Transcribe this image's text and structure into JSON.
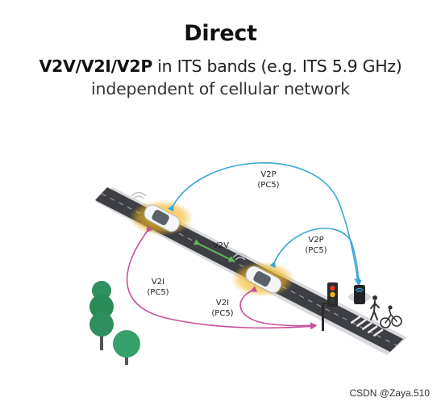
{
  "header": {
    "title": "Direct",
    "subtitle_bold": "V2V/V2I/V2P",
    "subtitle_rest": " in ITS bands (e.g. ITS 5.9 GHz)",
    "subtitle_line2": "independent of cellular network"
  },
  "diagram": {
    "labels": {
      "v2p_top": "V2P",
      "v2p_top_sub": "(PC5)",
      "v2p_right": "V2P",
      "v2p_right_sub": "(PC5)",
      "v2v": "V2V",
      "v2i_left": "V2I",
      "v2i_left_sub": "(PC5)",
      "v2i_mid": "V2I",
      "v2i_mid_sub": "(PC5)"
    },
    "colors": {
      "v2p_arrow": "#3aa7d8",
      "v2i_arrow": "#c9509a",
      "v2v_arrow": "#5fb85a",
      "road": "#3e3f44",
      "road_edge": "#d9dadd",
      "car_glow": "#f1b31c",
      "tree": "#2f8f5e"
    }
  },
  "watermark": "CSDN @Zaya.510"
}
